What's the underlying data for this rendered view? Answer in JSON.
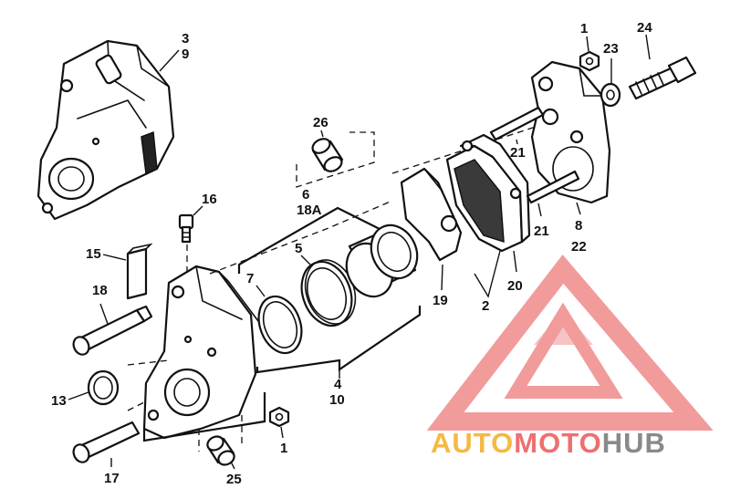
{
  "labels": {
    "l1a": "1",
    "l1b": "1",
    "l2": "2",
    "l3": "3",
    "l9": "9",
    "l4": "4",
    "l10": "10",
    "l5": "5",
    "l6": "6",
    "l18a": "18A",
    "l7": "7",
    "l8": "8",
    "l22": "22",
    "l13": "13",
    "l15": "15",
    "l16": "16",
    "l17": "17",
    "l18": "18",
    "l19": "19",
    "l20": "20",
    "l21a": "21",
    "l21b": "21",
    "l23": "23",
    "l24": "24",
    "l25": "25",
    "l26": "26"
  },
  "watermark": {
    "part1": "AUTO",
    "part2": "MOTO",
    "part3": "HUB",
    "color_a": "#f5b942",
    "color_b": "#ef6f6f",
    "color_c": "#8a8a8a"
  }
}
